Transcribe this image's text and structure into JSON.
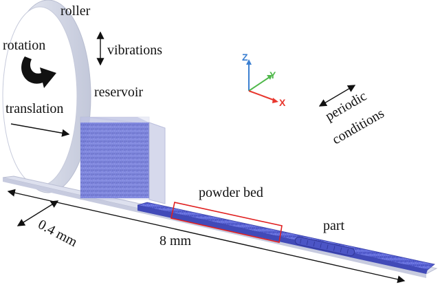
{
  "labels": {
    "roller": "roller",
    "rotation": "rotation",
    "vibrations": "vibrations",
    "reservoir": "reservoir",
    "translation": "translation",
    "powder_bed": "powder bed",
    "part": "part",
    "periodic_1": "periodic",
    "periodic_2": "conditions",
    "width": "0.4 mm",
    "length": "8 mm"
  },
  "axes": {
    "z": "Z",
    "y": "Y",
    "x": "X"
  },
  "colors": {
    "powder": "#5b64d6",
    "powder_dark": "#3a41a8",
    "reservoir_glass": "#c9cce6",
    "bed_tray": "#cfd3e6",
    "roller_ring": "#dfe3ee",
    "highlight_box": "#e02020",
    "axis_x": "#e8372e",
    "axis_y": "#4fb84a",
    "axis_z": "#3b7fd1"
  }
}
